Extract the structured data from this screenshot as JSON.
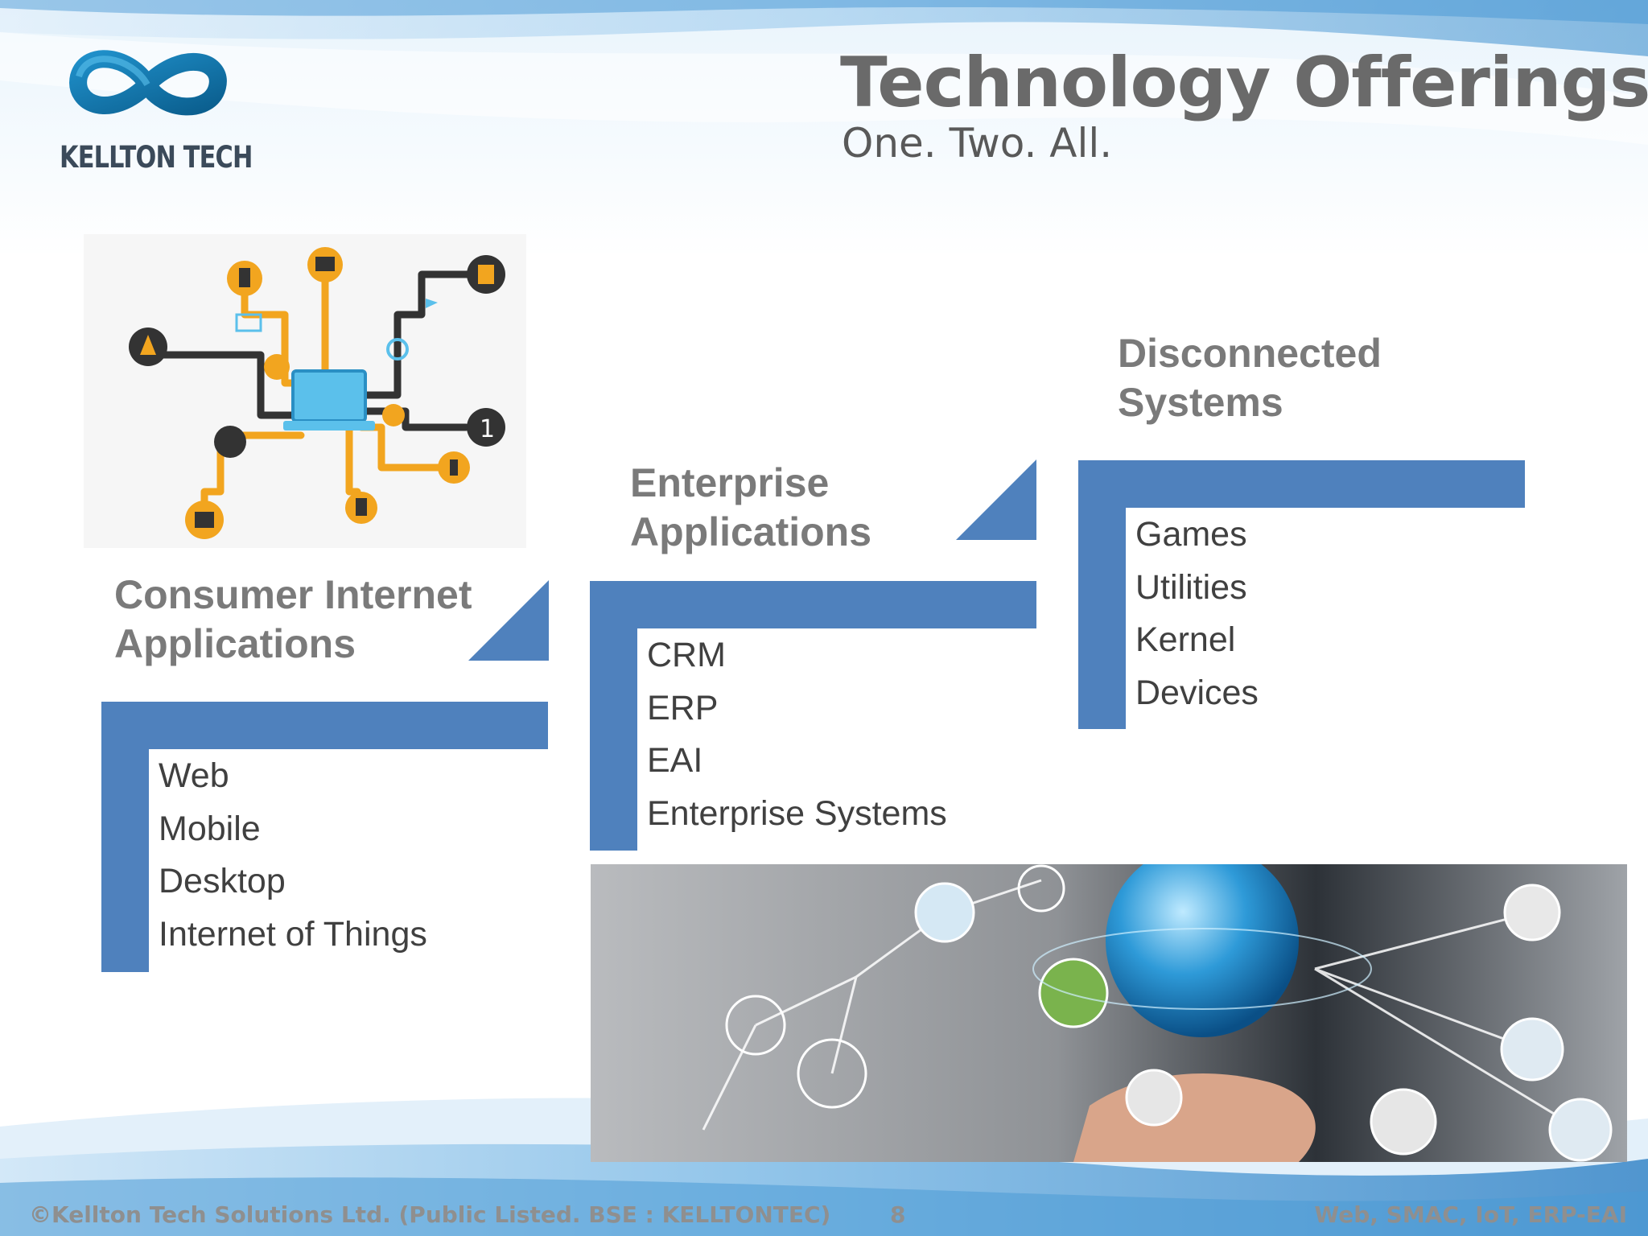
{
  "logo": {
    "text": "KELLTON TECH",
    "icon": "infinity-logo-icon"
  },
  "header": {
    "title": "Technology Offerings",
    "subtitle": "One. Two. All."
  },
  "categories": [
    {
      "heading_line1": "Consumer Internet",
      "heading_line2": "Applications",
      "items": [
        "Web",
        "Mobile",
        "Desktop",
        "Internet of Things"
      ]
    },
    {
      "heading_line1": "Enterprise",
      "heading_line2": "Applications",
      "items": [
        "CRM",
        "ERP",
        "EAI",
        "Enterprise Systems"
      ]
    },
    {
      "heading_line1": "Disconnected",
      "heading_line2": "Systems",
      "items": [
        "Games",
        "Utilities",
        "Kernel",
        "Devices"
      ]
    }
  ],
  "images": {
    "iot": "iot-network-illustration",
    "globe": "hand-holding-globe-network-photo"
  },
  "footer": {
    "copyright": "©Kellton Tech Solutions Ltd. (Public Listed. BSE : KELLTONTEC)",
    "page_number": "8",
    "tagline": "Web, SMAC,  IoT, ERP-EAI"
  },
  "colors": {
    "accent_blue": "#4f81bd",
    "heading_gray": "#7a7a7a",
    "text_dark": "#404040"
  }
}
